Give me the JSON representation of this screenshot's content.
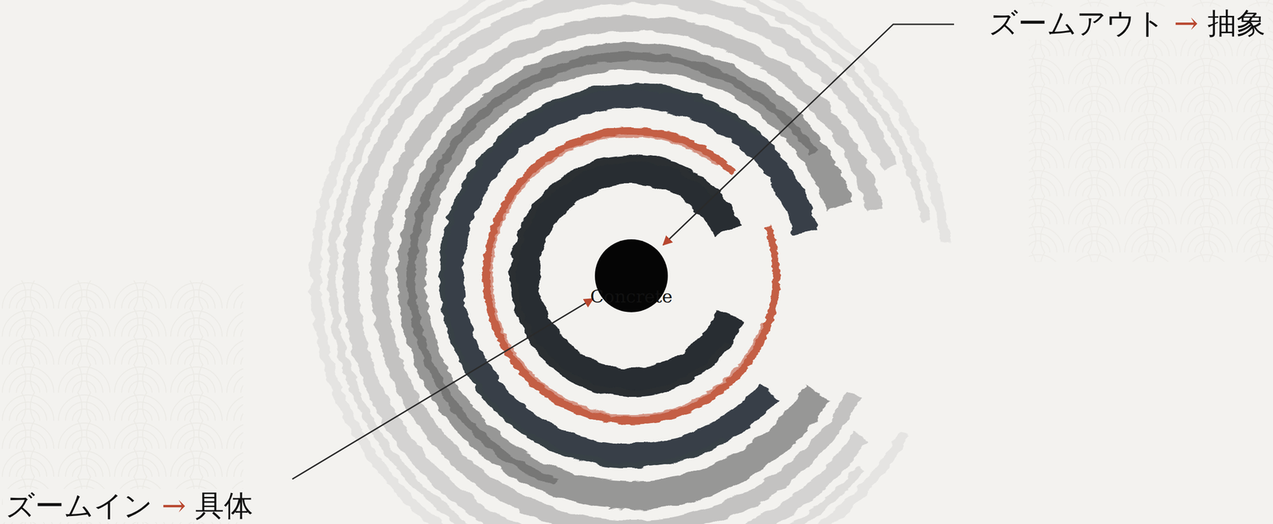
{
  "diagram": {
    "nodes": [
      {
        "text": [
          "Concrete"
        ]
      }
    ],
    "labels": [
      "ズームアウト → 抽象",
      "ズームイン → 具体"
    ]
  }
}
